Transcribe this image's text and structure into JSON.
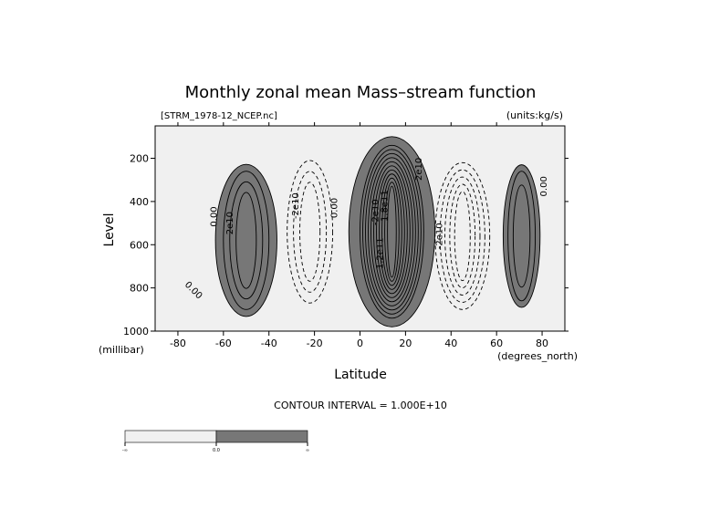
{
  "chart_data": {
    "type": "heatmap",
    "title": "Monthly zonal mean Mass–stream function",
    "file_label": "[STRM_1978-12_NCEP.nc]",
    "units_label": "(units:kg/s)",
    "xlabel": "Latitude",
    "x_unit": "(degrees_north)",
    "ylabel": "Level",
    "y_unit": "(millibar)",
    "xlim": [
      -90,
      90
    ],
    "ylim": [
      1000,
      50
    ],
    "y_inverted": true,
    "x_ticks": [
      -80,
      -60,
      -40,
      -20,
      0,
      20,
      40,
      60,
      80
    ],
    "x_tick_labels": [
      "-80",
      "-60",
      "-40",
      "-20",
      "0",
      "20",
      "40",
      "60",
      "80"
    ],
    "y_ticks": [
      200,
      400,
      600,
      800,
      1000
    ],
    "y_tick_labels": [
      "200",
      "400",
      "600",
      "800",
      "1000"
    ],
    "contour_interval_text": "CONTOUR INTERVAL = 1.000E+10",
    "contour_interval": 10000000000.0,
    "shading": {
      "negative_color": "#f0f0f0",
      "positive_color": "#777777",
      "threshold": 0.0,
      "colorbar_labels": [
        "-∞",
        "0.0",
        "∞"
      ]
    },
    "contour_labels": [
      {
        "text": "0.00",
        "lat": -63,
        "lev": 470,
        "rot": -90
      },
      {
        "text": "2e10",
        "lat": -56,
        "lev": 500,
        "rot": -90
      },
      {
        "text": "-2e10",
        "lat": -27,
        "lev": 420,
        "rot": -90
      },
      {
        "text": "0.00",
        "lat": -10,
        "lev": 430,
        "rot": -90
      },
      {
        "text": "-2e10",
        "lat": 8,
        "lev": 450,
        "rot": -90
      },
      {
        "text": "1.2e11",
        "lat": 10,
        "lev": 640,
        "rot": -90
      },
      {
        "text": "1.8e11",
        "lat": 12,
        "lev": 420,
        "rot": -90
      },
      {
        "text": "2e10",
        "lat": 27,
        "lev": 250,
        "rot": -90
      },
      {
        "text": "-2e10",
        "lat": 36,
        "lev": 560,
        "rot": -90
      },
      {
        "text": "0.00",
        "lat": 82,
        "lev": 330,
        "rot": -90
      },
      {
        "text": "0.00",
        "lat": -74,
        "lev": 820,
        "rot": 45
      }
    ],
    "cells": [
      {
        "sign": "negative",
        "center": [
          -22,
          540
        ],
        "halfwidth": [
          10,
          330
        ],
        "levels": [
          -10000000000.0,
          -20000000000.0,
          -30000000000.0
        ]
      },
      {
        "sign": "positive",
        "center": [
          -50,
          580
        ],
        "halfwidth": [
          10,
          320
        ],
        "levels": [
          10000000000.0,
          20000000000.0,
          30000000000.0
        ]
      },
      {
        "sign": "positive",
        "center": [
          14,
          540
        ],
        "halfwidth": [
          14,
          400
        ],
        "levels": [
          10000000000.0,
          20000000000.0,
          40000000000.0,
          60000000000.0,
          80000000000.0,
          100000000000.0,
          120000000000.0,
          140000000000.0,
          160000000000.0,
          180000000000.0,
          200000000000.0
        ]
      },
      {
        "sign": "negative",
        "center": [
          45,
          560
        ],
        "halfwidth": [
          12,
          340
        ],
        "levels": [
          -10000000000.0,
          -20000000000.0,
          -30000000000.0,
          -40000000000.0,
          -50000000000.0
        ]
      },
      {
        "sign": "positive",
        "center": [
          71,
          560
        ],
        "halfwidth": [
          6,
          300
        ],
        "levels": [
          10000000000.0,
          20000000000.0
        ]
      }
    ]
  }
}
